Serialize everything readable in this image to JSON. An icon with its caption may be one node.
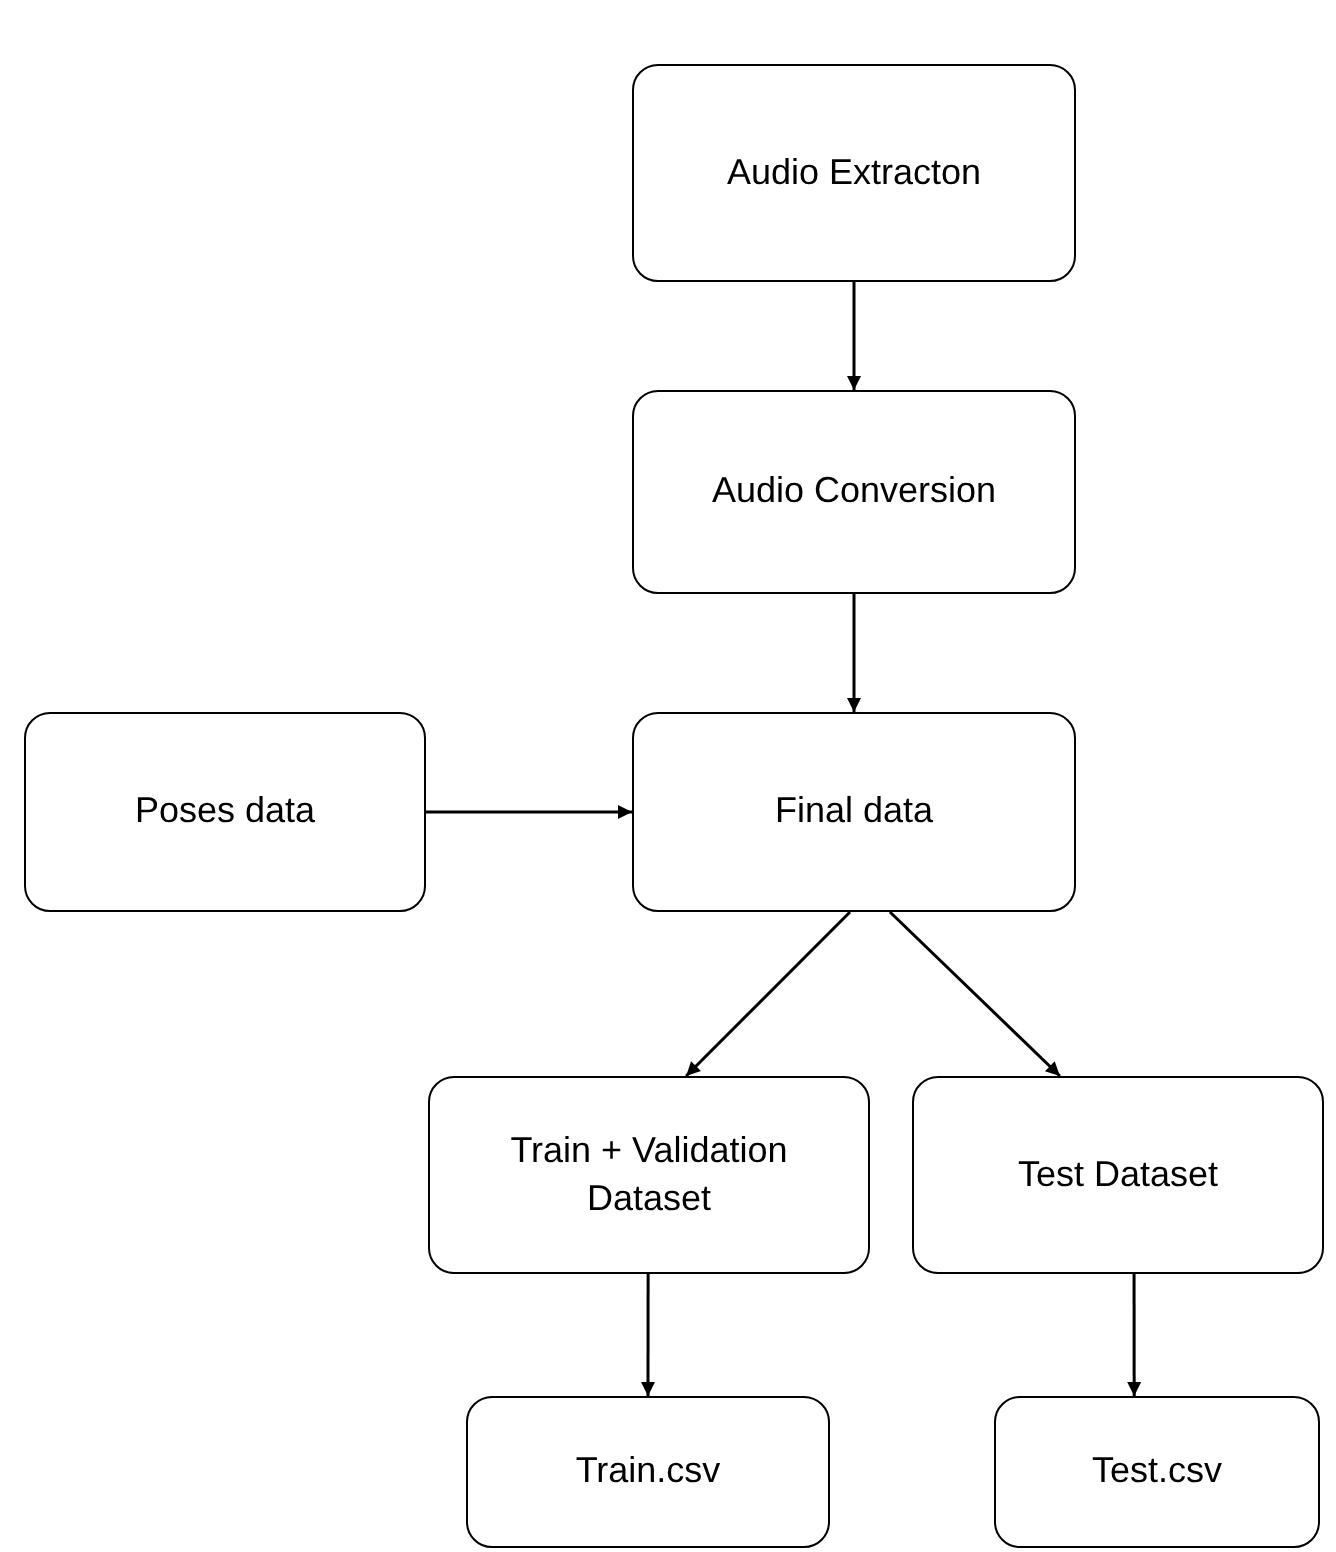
{
  "diagram": {
    "nodes": [
      {
        "text": [
          "Audio Extracton"
        ]
      },
      {
        "text": [
          "Audio Conversion"
        ]
      },
      {
        "text": [
          "Poses data"
        ]
      },
      {
        "text": [
          "Final data"
        ]
      },
      {
        "text": [
          "Train + Validation Dataset"
        ]
      },
      {
        "text": [
          "Test Dataset"
        ]
      },
      {
        "text": [
          "Train.csv"
        ]
      },
      {
        "text": [
          "Test.csv"
        ]
      }
    ],
    "edges": [
      {
        "from": 0,
        "to": 1,
        "arrow": "to"
      },
      {
        "from": 1,
        "to": 3,
        "arrow": "to"
      },
      {
        "from": 2,
        "to": 3,
        "arrow": "to"
      },
      {
        "from": 3,
        "to": 4,
        "arrow": "to"
      },
      {
        "from": 3,
        "to": 5,
        "arrow": "to"
      },
      {
        "from": 4,
        "to": 6,
        "arrow": "to"
      },
      {
        "from": 5,
        "to": 7,
        "arrow": "to"
      }
    ]
  }
}
